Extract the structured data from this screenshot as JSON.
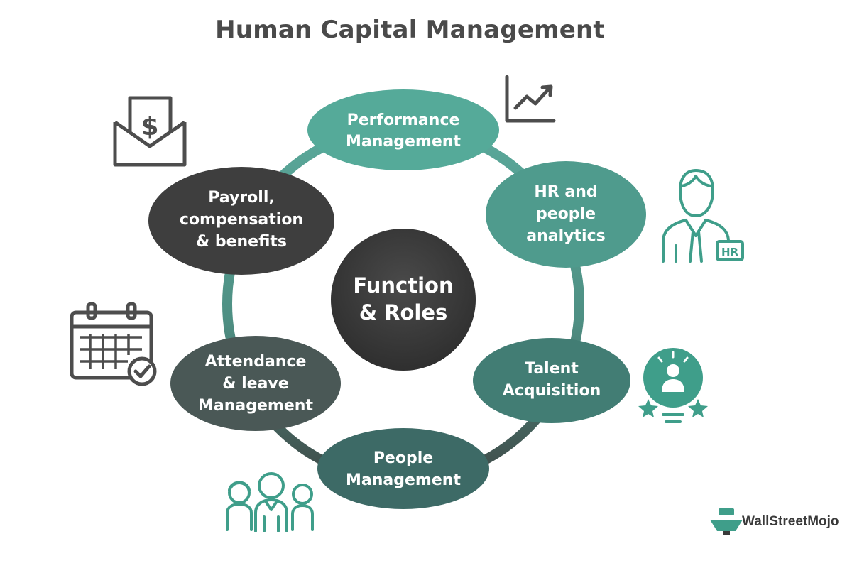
{
  "title": "Human Capital Management",
  "center": {
    "lines": [
      "Function",
      "& Roles"
    ]
  },
  "nodes": [
    {
      "id": "performance-management",
      "lines": [
        "Performance",
        "Management"
      ],
      "icon": "growth-chart-icon"
    },
    {
      "id": "hr-people-analytics",
      "lines": [
        "HR and",
        "people",
        "analytics"
      ],
      "icon": "hr-person-icon"
    },
    {
      "id": "talent-acquisition",
      "lines": [
        "Talent",
        "Acquisition"
      ],
      "icon": "idea-bulb-person-icon"
    },
    {
      "id": "people-management",
      "lines": [
        "People",
        "Management"
      ],
      "icon": "team-icon"
    },
    {
      "id": "attendance-leave",
      "lines": [
        "Attendance",
        "& leave",
        "Management"
      ],
      "icon": "calendar-check-icon"
    },
    {
      "id": "payroll",
      "lines": [
        "Payroll,",
        "compensation",
        "& benefits"
      ],
      "icon": "salary-envelope-icon"
    }
  ],
  "icon_labels": {
    "hr_badge": "HR",
    "dollar": "$"
  },
  "watermark": "WallStreetMojo",
  "colors": {
    "title": "#4a4a4a",
    "teal_light": "#52a898",
    "teal_mid": "#468e82",
    "teal_dark": "#3a6e68",
    "slate": "#44504e",
    "charcoal": "#3a3a3a",
    "ring_top": "#5aa89a",
    "ring_bottom": "#3f4a48",
    "icon_teal": "#3f9e8a",
    "icon_gray": "#4d4d4d"
  }
}
